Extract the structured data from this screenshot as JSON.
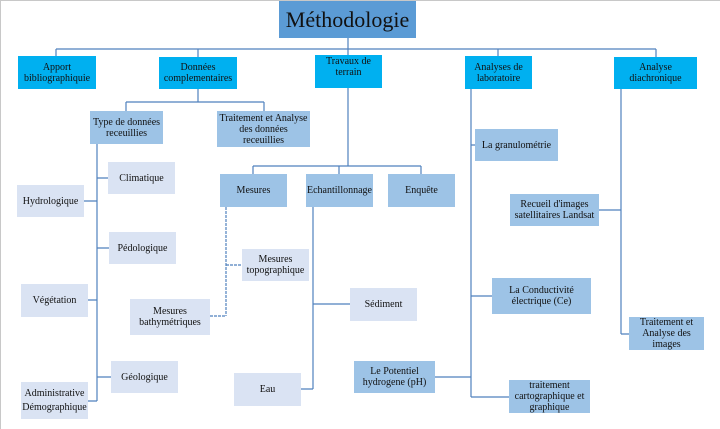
{
  "title": "Méthodologie",
  "colors": {
    "title": "#5b9bd5",
    "level1": "#00b0f0",
    "level2": "#9dc3e6",
    "level3": "#dae3f3",
    "connector": "#4f81bd"
  },
  "level1": {
    "apport": "Apport bibliographiquie",
    "donnees": "Données complementaires",
    "travaux": "Travaux de terrain",
    "analyses": "Analyses de laboratoire",
    "diachro": "Analyse diachronique"
  },
  "donnees": {
    "type": "Type de données receuillies",
    "traitement": "Traitement et Analyse des données receuillies",
    "types": {
      "climatique": "Climatique",
      "hydrologique": "Hydrologique",
      "pedologique": "Pédologique",
      "vegetation": "Végétation",
      "geologique": "Géologique",
      "administrative": "Administrative Démographique"
    }
  },
  "travaux": {
    "mesures": "Mesures",
    "echantillonnage": "Echantillonnage",
    "enquete": "Enquête",
    "mesures_topo": "Mesures topographique",
    "mesures_bathy": "Mesures bathymétriques",
    "sediment": "Sédiment",
    "eau": "Eau"
  },
  "analyses": {
    "granulometrie": "La granulométrie",
    "conductivite": "La Conductivité électrique (Ce)",
    "potentiel": "Le Potentiel hydrogene (pH)",
    "carto": "traitement cartographique et graphique"
  },
  "diachro": {
    "recueil": "Recueil d'images satellitaires Landsat",
    "traitement": "Traitement et Analyse des images"
  }
}
